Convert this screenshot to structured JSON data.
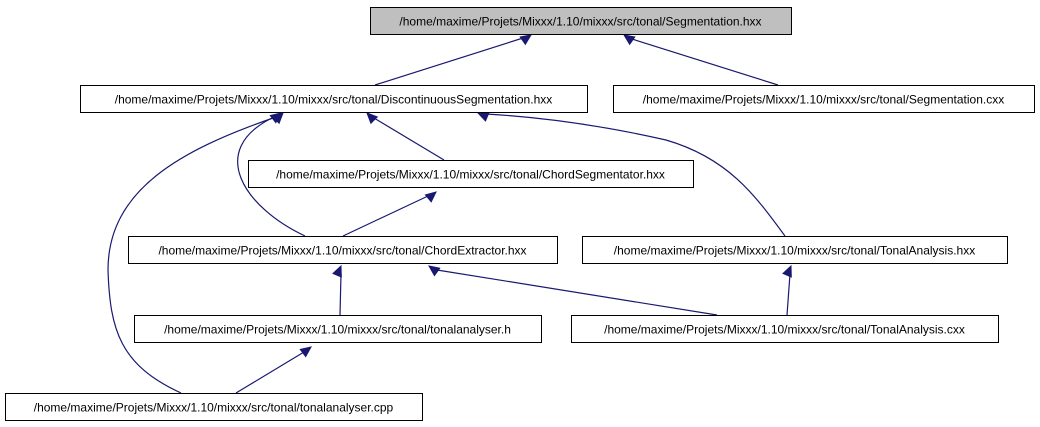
{
  "diagram": {
    "title": "",
    "colors": {
      "edge": "#191970",
      "root_fill": "#bfbfbf",
      "node_fill": "#ffffff",
      "border": "#000000"
    },
    "nodes": [
      {
        "id": "seg_hxx",
        "label": "/home/maxime/Projets/Mixxx/1.10/mixxx/src/tonal/Segmentation.hxx",
        "root": true
      },
      {
        "id": "disc_hxx",
        "label": "/home/maxime/Projets/Mixxx/1.10/mixxx/src/tonal/DiscontinuousSegmentation.hxx"
      },
      {
        "id": "seg_cxx",
        "label": "/home/maxime/Projets/Mixxx/1.10/mixxx/src/tonal/Segmentation.cxx"
      },
      {
        "id": "chordseg",
        "label": "/home/maxime/Projets/Mixxx/1.10/mixxx/src/tonal/ChordSegmentator.hxx"
      },
      {
        "id": "chordext",
        "label": "/home/maxime/Projets/Mixxx/1.10/mixxx/src/tonal/ChordExtractor.hxx"
      },
      {
        "id": "tonal_hxx",
        "label": "/home/maxime/Projets/Mixxx/1.10/mixxx/src/tonal/TonalAnalysis.hxx"
      },
      {
        "id": "ta_h",
        "label": "/home/maxime/Projets/Mixxx/1.10/mixxx/src/tonal/tonalanalyser.h"
      },
      {
        "id": "tonal_cxx",
        "label": "/home/maxime/Projets/Mixxx/1.10/mixxx/src/tonal/TonalAnalysis.cxx"
      },
      {
        "id": "ta_cpp",
        "label": "/home/maxime/Projets/Mixxx/1.10/mixxx/src/tonal/tonalanalyser.cpp"
      }
    ],
    "edges": [
      {
        "from": "disc_hxx",
        "to": "seg_hxx"
      },
      {
        "from": "seg_cxx",
        "to": "seg_hxx"
      },
      {
        "from": "chordseg",
        "to": "disc_hxx"
      },
      {
        "from": "chordext",
        "to": "disc_hxx"
      },
      {
        "from": "tonal_hxx",
        "to": "disc_hxx"
      },
      {
        "from": "ta_cpp",
        "to": "disc_hxx"
      },
      {
        "from": "chordext",
        "to": "chordseg"
      },
      {
        "from": "ta_h",
        "to": "chordext"
      },
      {
        "from": "tonal_cxx",
        "to": "chordext"
      },
      {
        "from": "tonal_cxx",
        "to": "tonal_hxx"
      },
      {
        "from": "ta_cpp",
        "to": "ta_h"
      }
    ]
  }
}
